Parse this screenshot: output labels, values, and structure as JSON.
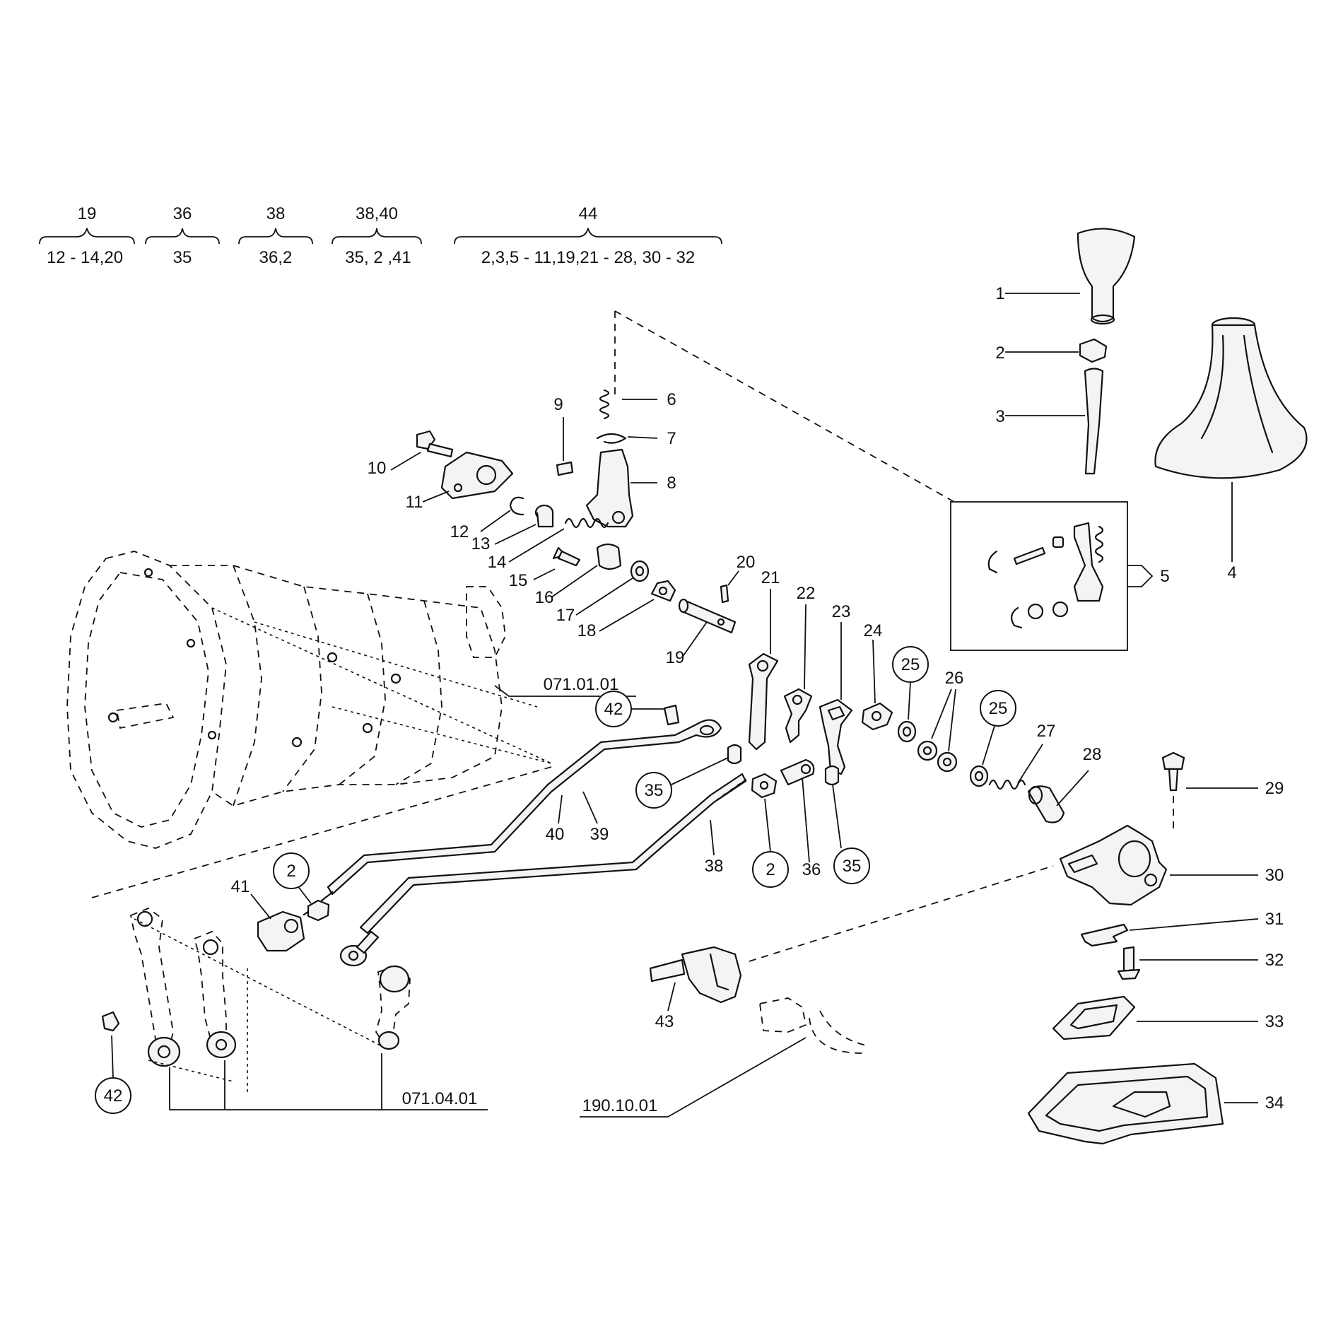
{
  "groups": [
    {
      "top": "19",
      "bottom": "12 - 14,20"
    },
    {
      "top": "36",
      "bottom": "35"
    },
    {
      "top": "38",
      "bottom": "36,2"
    },
    {
      "top": "38,40",
      "bottom": "35, 2 ,41"
    },
    {
      "top": "44",
      "bottom": "2,3,5 - 11,19,21 - 28, 30 - 32"
    }
  ],
  "labels": {
    "p1": "1",
    "p2": "2",
    "p3": "3",
    "p4": "4",
    "p5": "5",
    "p6": "6",
    "p7": "7",
    "p8": "8",
    "p9": "9",
    "p10": "10",
    "p11": "11",
    "p12": "12",
    "p13": "13",
    "p14": "14",
    "p15": "15",
    "p16": "16",
    "p17": "17",
    "p18": "18",
    "p19": "19",
    "p20": "20",
    "p21": "21",
    "p22": "22",
    "p23": "23",
    "p24": "24",
    "p25a": "25",
    "p25b": "25",
    "p26": "26",
    "p27": "27",
    "p28": "28",
    "p29": "29",
    "p30": "30",
    "p31": "31",
    "p32": "32",
    "p33": "33",
    "p34": "34",
    "p35a": "35",
    "p35b": "35",
    "p36": "36",
    "p38": "38",
    "p39": "39",
    "p40": "40",
    "p41": "41",
    "p42a": "42",
    "p42b": "42",
    "p43": "43",
    "p2b": "2",
    "p2c": "2"
  },
  "references": {
    "gearbox": "071.01.01",
    "mounts": "071.04.01",
    "harness": "190.10.01"
  }
}
